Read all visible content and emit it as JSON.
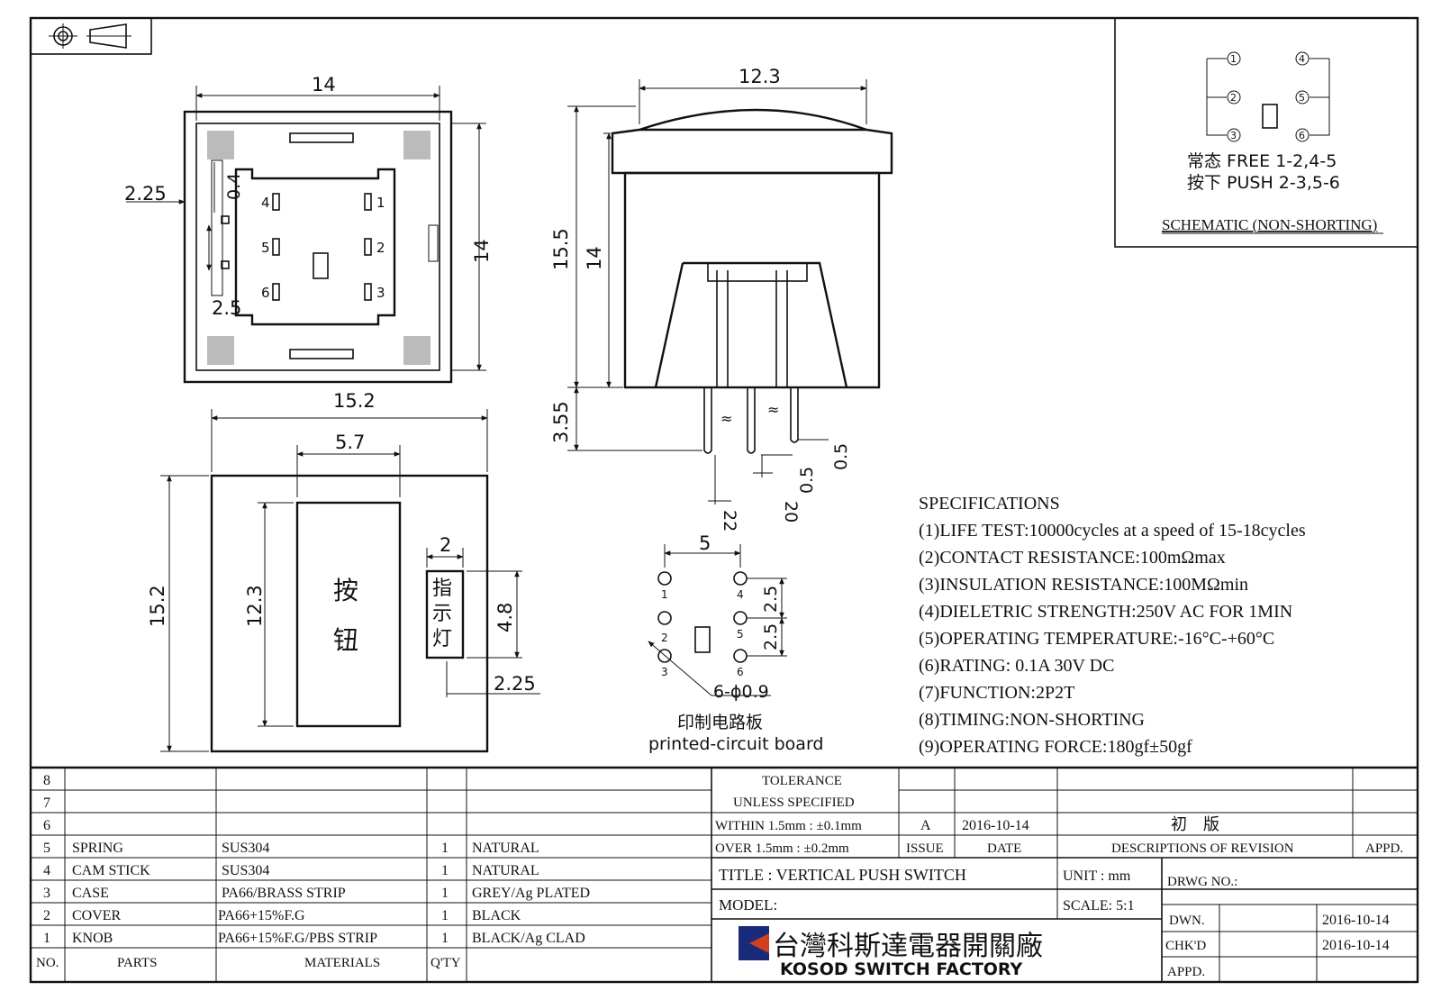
{
  "top_view": {
    "dim_width": "14",
    "dim_height": "14",
    "dim_left_offset": "2.25",
    "dim_gap": "0.4",
    "dim_pin_offset": "2.5",
    "pin_labels": [
      "4",
      "1",
      "5",
      "2",
      "6",
      "3"
    ]
  },
  "side_view": {
    "dim_cap_width": "12.3",
    "dim_total_height": "15.5",
    "dim_body_height": "14",
    "dim_pin_length": "3.55",
    "dim_pin_thick_a": "0.5",
    "dim_pin_thick_b": "0.5",
    "dim_pin_w_20": "20",
    "dim_pin_w_22": "22"
  },
  "front_view": {
    "dim_width": "15.2",
    "dim_height": "15.2",
    "dim_button_width": "5.7",
    "dim_button_height": "12.3",
    "dim_led_width": "2",
    "dim_led_height": "4.8",
    "dim_led_offset": "2.25",
    "button_text": [
      "按",
      "钮"
    ],
    "led_text": [
      "指",
      "示",
      "灯"
    ]
  },
  "pcb": {
    "dim_pitch_x": "5",
    "dim_pitch_y1": "2.5",
    "dim_pitch_y2": "2.5",
    "hole_spec": "6-ϕ0.9",
    "label_cn": "印制电路板",
    "label_en": "printed-circuit board",
    "pin_labels": [
      "1",
      "2",
      "3",
      "4",
      "5",
      "6"
    ]
  },
  "schematic": {
    "pins": [
      "1",
      "2",
      "3",
      "4",
      "5",
      "6"
    ],
    "free_line": "常态 FREE 1-2,4-5",
    "push_line": "按下 PUSH 2-3,5-6",
    "title": "SCHEMATIC (NON-SHORTING)"
  },
  "specifications": {
    "heading": "SPECIFICATIONS",
    "items": [
      "(1)LIFE TEST:10000cycles at a speed of 15-18cycles",
      "(2)CONTACT RESISTANCE:100mΩmax",
      "(3)INSULATION RESISTANCE:100MΩmin",
      "(4)DIELETRIC STRENGTH:250V AC FOR 1MIN",
      "(5)OPERATING TEMPERATURE:-16°C-+60°C",
      "(6)RATING: 0.1A 30V DC",
      "(7)FUNCTION:2P2T",
      "(8)TIMING:NON-SHORTING",
      "(9)OPERATING FORCE:180gf±50gf"
    ]
  },
  "bom": {
    "rows": [
      {
        "no": "8",
        "part": "",
        "material": "",
        "qty": "",
        "finish": ""
      },
      {
        "no": "7",
        "part": "",
        "material": "",
        "qty": "",
        "finish": ""
      },
      {
        "no": "6",
        "part": "",
        "material": "",
        "qty": "",
        "finish": ""
      },
      {
        "no": "5",
        "part": "SPRING",
        "material": "SUS304",
        "qty": "1",
        "finish": "NATURAL"
      },
      {
        "no": "4",
        "part": "CAM STICK",
        "material": "SUS304",
        "qty": "1",
        "finish": "NATURAL"
      },
      {
        "no": "3",
        "part": "CASE",
        "material": "PA66/BRASS STRIP",
        "qty": "1",
        "finish": "GREY/Ag PLATED"
      },
      {
        "no": "2",
        "part": "COVER",
        "material": "PA66+15%F.G",
        "qty": "1",
        "finish": "BLACK"
      },
      {
        "no": "1",
        "part": "KNOB",
        "material": "PA66+15%F.G/PBS STRIP",
        "qty": "1",
        "finish": "BLACK/Ag CLAD"
      }
    ],
    "header": {
      "no": "NO.",
      "parts": "PARTS",
      "materials": "MATERIALS",
      "qty": "Q'TY"
    }
  },
  "title_block": {
    "tolerance_1": "TOLERANCE",
    "tolerance_2": "UNLESS  SPECIFIED",
    "tol_within": "WITHIN 1.5mm : ±0.1mm",
    "tol_over": "OVER 1.5mm : ±0.2mm",
    "rev_issue": "A",
    "rev_date": "2016-10-14",
    "rev_desc": "初　版",
    "h_issue": "ISSUE",
    "h_date": "DATE",
    "h_desc": "DESCRIPTIONS OF REVISION",
    "h_appd": "APPD.",
    "title": "TITLE :  VERTICAL PUSH SWITCH",
    "unit": "UNIT :  mm",
    "drwg_no": "DRWG NO.:",
    "model": "MODEL:",
    "scale": "SCALE:  5:1",
    "dwn_label": "DWN.",
    "dwn_date": "2016-10-14",
    "chkd_label": "CHK'D",
    "chkd_date": "2016-10-14",
    "appd_label": "APPD.",
    "company_cn": "台灣科斯達電器開關廠",
    "company_en": "KOSOD SWITCH FACTORY"
  }
}
